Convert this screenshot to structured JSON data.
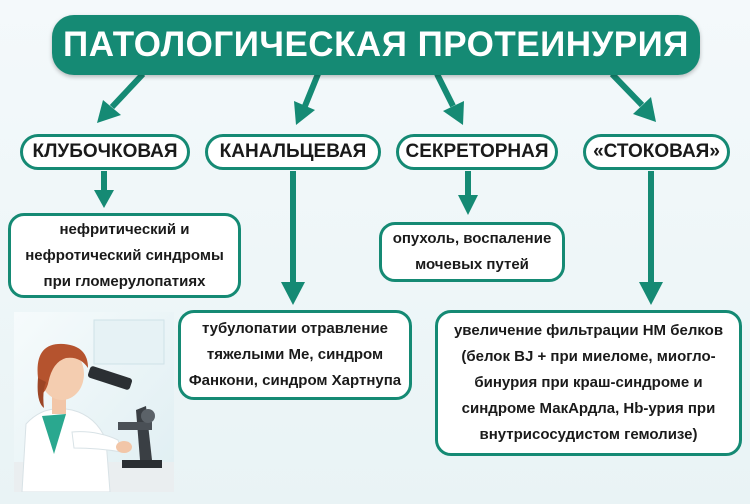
{
  "title": "ПАТОЛОГИЧЕСКАЯ ПРОТЕИНУРИЯ",
  "categories": [
    "КЛУБОЧКОВАЯ",
    "КАНАЛЬЦЕВАЯ",
    "СЕКРЕТОРНАЯ",
    "«СТОКОВАЯ»"
  ],
  "descriptions": {
    "glomerular": [
      "нефритический и",
      "нефротический синдромы",
      "при гломерулопатиях"
    ],
    "tubular": [
      "тубулопатии отравление",
      "тяжелыми Ме, синдром",
      "Фанкони, синдром Хартнупа"
    ],
    "secretory": [
      "опухоль, воспаление",
      "мочевых путей"
    ],
    "overflow": [
      "увеличение фильтрации НМ белков",
      "(белок BJ + при миеломе, миогло-",
      "бинурия при краш-синдроме и",
      "синдроме МакАрдла, Hb-урия при",
      "внутрисосудистом гемолизе)"
    ]
  },
  "colors": {
    "accent": "#158a74",
    "background": "#f4f9fb",
    "text": "#1a1a1a"
  },
  "image": "laboratory-photo"
}
